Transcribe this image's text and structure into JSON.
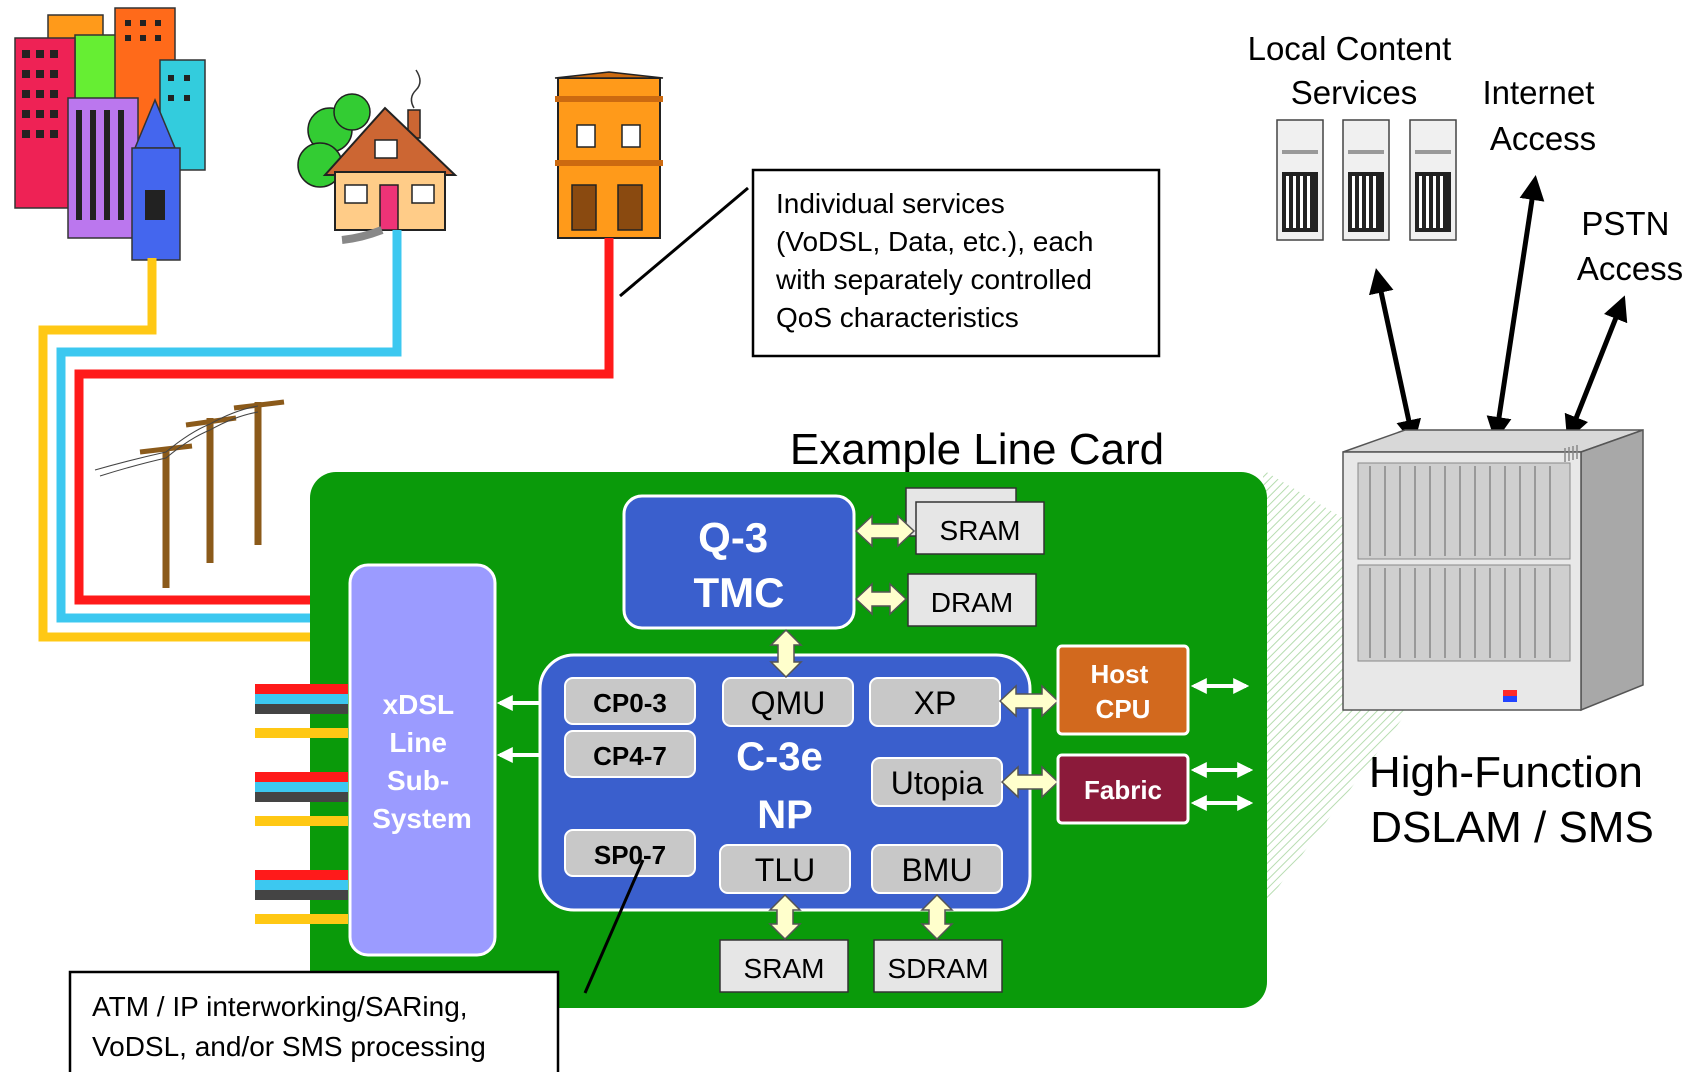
{
  "callouts": {
    "services": [
      "Individual services",
      "(VoDSL, Data, etc.), each",
      "with separately controlled",
      "QoS characteristics"
    ],
    "processing": [
      "ATM / IP interworking/SARing,",
      "VoDSL, and/or SMS processing"
    ]
  },
  "card": {
    "title": "Example Line Card"
  },
  "xdsl": {
    "lines": [
      "xDSL",
      "Line",
      "Sub-",
      "System"
    ]
  },
  "tmc": {
    "lines": [
      "Q-3",
      "TMC"
    ],
    "sram": "SRAM",
    "dram": "DRAM"
  },
  "np": {
    "lines": [
      "C-3e",
      "NP"
    ],
    "cp03": "CP0-3",
    "cp47": "CP4-7",
    "sp07": "SP0-7",
    "qmu": "QMU",
    "xp": "XP",
    "utopia": "Utopia",
    "tlu": "TLU",
    "bmu": "BMU",
    "sram": "SRAM",
    "sdram": "SDRAM"
  },
  "host_cpu": {
    "lines": [
      "Host",
      "CPU"
    ]
  },
  "fabric": {
    "label": "Fabric"
  },
  "services": {
    "local_content": [
      "Local Content",
      "Services"
    ],
    "internet": [
      "Internet",
      "Access"
    ],
    "pstn": [
      "PSTN",
      "Access"
    ]
  },
  "dslam": {
    "lines": [
      "High-Function",
      "DSLAM / SMS"
    ]
  },
  "colors": {
    "card_green": "#0a9a0a",
    "np_blue": "#3a5fcd",
    "xdsl_purple": "#9b9bff",
    "host_orange": "#d2691e",
    "fabric_maroon": "#8b1a3a",
    "line_red": "#ff1a1a",
    "line_blue": "#3cc8f0",
    "line_yellow": "#ffc814"
  }
}
